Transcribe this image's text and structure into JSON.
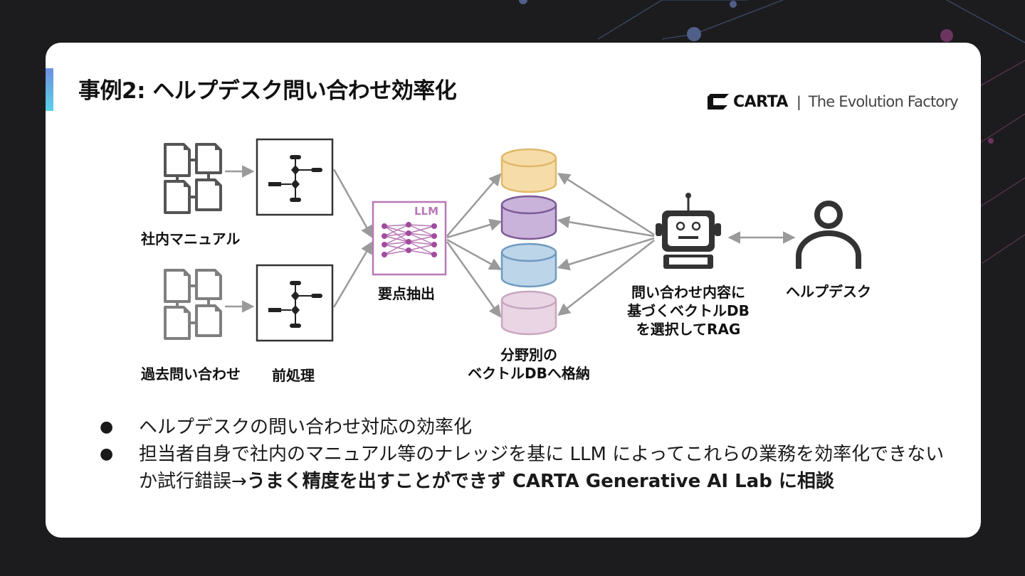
{
  "slide": {
    "title": "事例2: ヘルプデスク問い合わせ効率化",
    "logo_name": "CARTA",
    "logo_separator": "|",
    "logo_tagline": "The Evolution Factory"
  },
  "diagram": {
    "manual_label": "社内マニュアル",
    "past_label": "過去問い合わせ",
    "preprocess_label": "前処理",
    "llm_badge": "LLM",
    "extract_label": "要点抽出",
    "db_label_line1": "分野別の",
    "db_label_line2": "ベクトルDBへ格納",
    "robot_label_line1": "問い合わせ内容に",
    "robot_label_line2": "基づくベクトルDB",
    "robot_label_line3": "を選択してRAG",
    "helpdesk_label": "ヘルプデスク",
    "db_colors": [
      "#f6dca8",
      "#c9b3da",
      "#bcd5e8",
      "#e9d5e3"
    ],
    "accent_color": "#a24c9e"
  },
  "bullets": {
    "item1": "ヘルプデスクの問い合わせ対応の効率化",
    "item2_part1": "担当者自身で社内のマニュアル等のナレッジを基に LLM によってこれらの業務を効率化できないか試行錯誤→",
    "item2_bold": "うまく精度を出すことができず CARTA Generative AI Lab に相談"
  }
}
